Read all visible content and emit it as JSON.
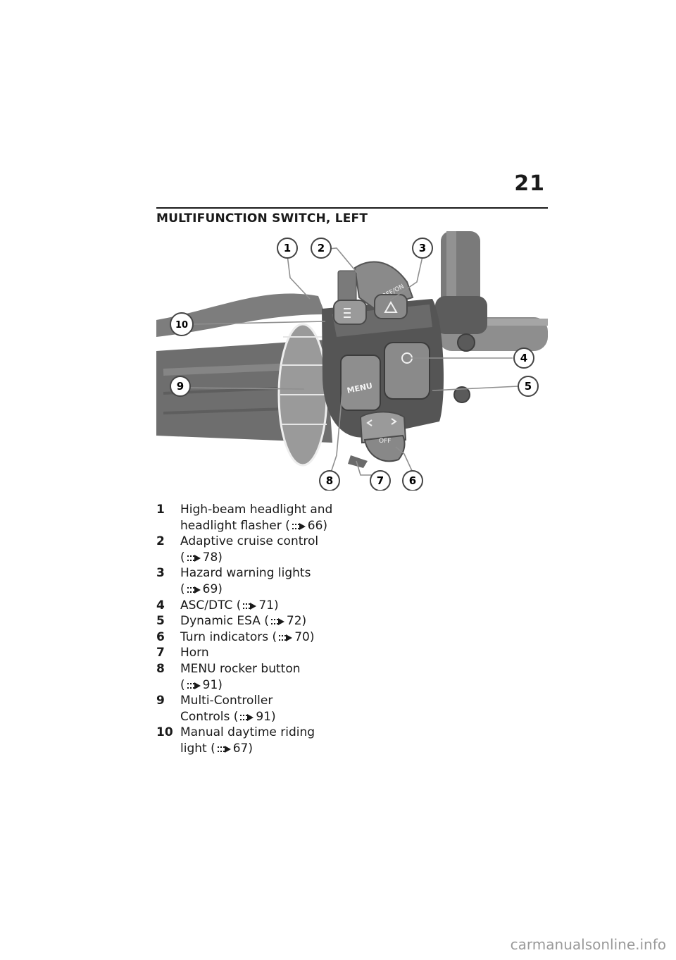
{
  "page": {
    "number": "21",
    "title": "MULTIFUNCTION SWITCH, LEFT"
  },
  "figure": {
    "callouts": [
      "1",
      "2",
      "3",
      "4",
      "5",
      "6",
      "7",
      "8",
      "9",
      "10"
    ],
    "labels": {
      "cruise": "OFF/ON",
      "menu": "MENU",
      "turn": "OFF"
    }
  },
  "legend": [
    {
      "num": "1",
      "lines": [
        "High-beam headlight and",
        "headlight flasher"
      ],
      "ref": "66)"
    },
    {
      "num": "2",
      "lines": [
        "Adaptive cruise control"
      ],
      "ref": "78)"
    },
    {
      "num": "3",
      "lines": [
        "Hazard warning lights"
      ],
      "ref": "69)"
    },
    {
      "num": "4",
      "lines": [
        "ASC/DTC"
      ],
      "ref": "71)"
    },
    {
      "num": "5",
      "lines": [
        "Dynamic ESA"
      ],
      "ref": "72)"
    },
    {
      "num": "6",
      "lines": [
        "Turn indicators"
      ],
      "ref": "70)"
    },
    {
      "num": "7",
      "lines": [
        "Horn"
      ],
      "ref": ""
    },
    {
      "num": "8",
      "lines": [
        "MENU rocker button"
      ],
      "ref": "91)"
    },
    {
      "num": "9",
      "lines": [
        "Multi-Controller",
        "Controls"
      ],
      "ref": "91)"
    },
    {
      "num": "10",
      "lines": [
        "Manual daytime riding",
        "light"
      ],
      "ref": "67)"
    }
  ],
  "watermark": "carmanualsonline.info"
}
